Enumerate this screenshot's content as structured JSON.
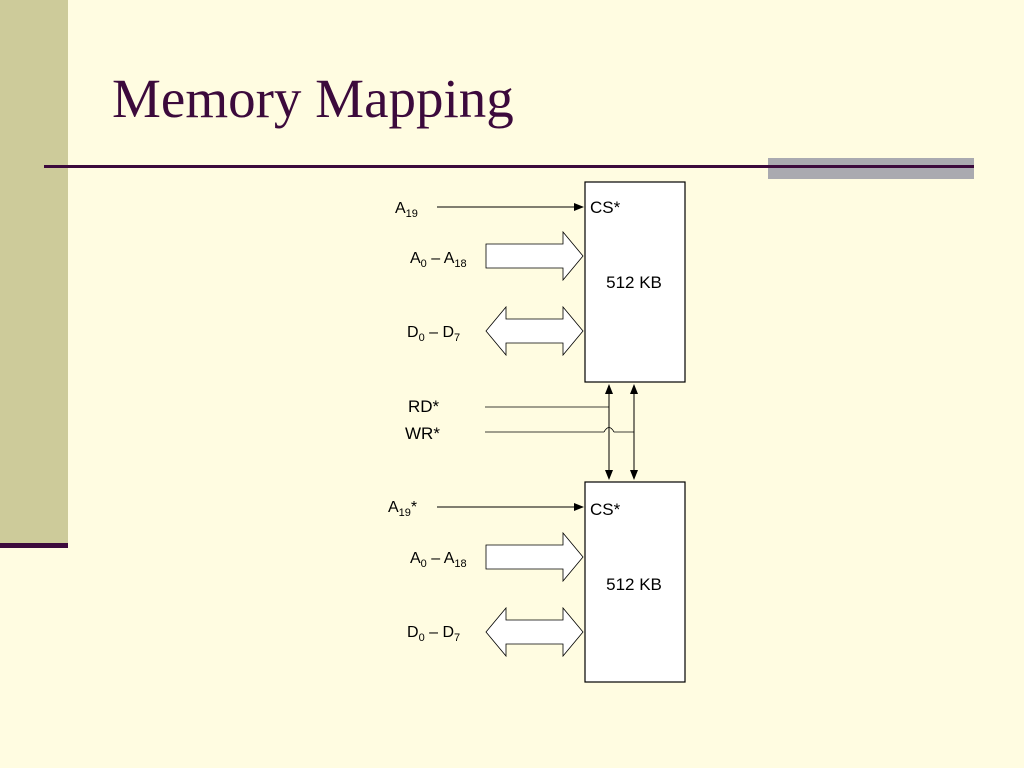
{
  "slide": {
    "title": "Memory Mapping"
  },
  "diagram": {
    "chip_top": {
      "select_label": "CS*",
      "size_label": "512 KB",
      "select_input": {
        "base": "A",
        "sub": "19",
        "suffix": ""
      },
      "address_bus": {
        "base1": "A",
        "sub1": "0",
        "sep": " – ",
        "base2": "A",
        "sub2": "18"
      },
      "data_bus": {
        "base1": "D",
        "sub1": "0",
        "sep": " – ",
        "base2": "D",
        "sub2": "7"
      }
    },
    "chip_bottom": {
      "select_label": "CS*",
      "size_label": "512 KB",
      "select_input": {
        "base": "A",
        "sub": "19",
        "suffix": "*"
      },
      "address_bus": {
        "base1": "A",
        "sub1": "0",
        "sep": " – ",
        "base2": "A",
        "sub2": "18"
      },
      "data_bus": {
        "base1": "D",
        "sub1": "0",
        "sep": " – ",
        "base2": "D",
        "sub2": "7"
      }
    },
    "control": {
      "read_label": "RD*",
      "write_label": "WR*"
    }
  }
}
